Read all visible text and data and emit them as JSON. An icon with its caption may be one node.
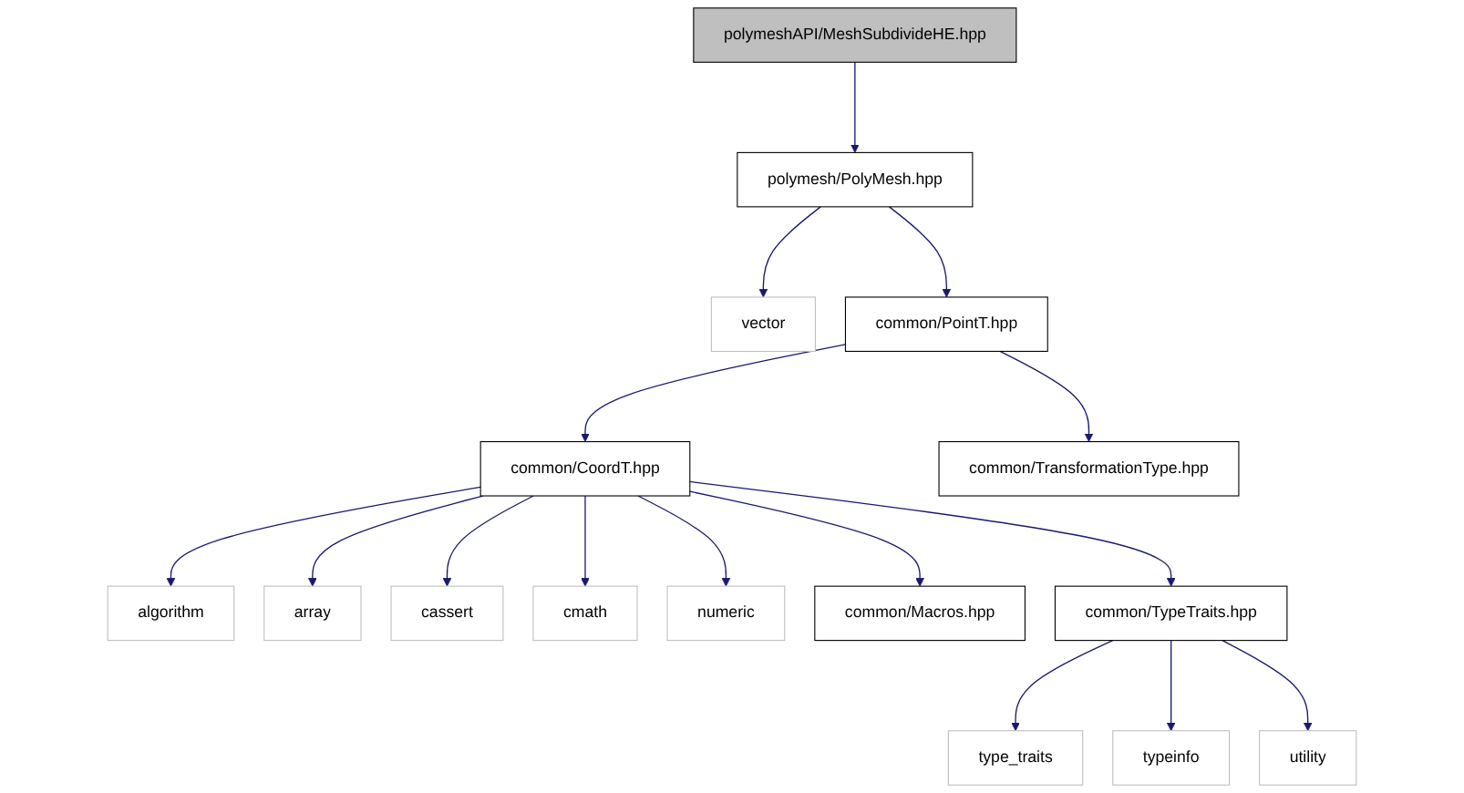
{
  "diagram": {
    "nodes": [
      {
        "text": [
          "polymeshAPI/MeshSubdivideHE.hpp"
        ]
      },
      {
        "text": [
          "polymesh/PolyMesh.hpp"
        ]
      },
      {
        "text": [
          "vector"
        ]
      },
      {
        "text": [
          "common/PointT.hpp"
        ]
      },
      {
        "text": [
          "common/CoordT.hpp"
        ]
      },
      {
        "text": [
          "common/TransformationType.hpp"
        ]
      },
      {
        "text": [
          "algorithm"
        ]
      },
      {
        "text": [
          "array"
        ]
      },
      {
        "text": [
          "cassert"
        ]
      },
      {
        "text": [
          "cmath"
        ]
      },
      {
        "text": [
          "numeric"
        ]
      },
      {
        "text": [
          "common/Macros.hpp"
        ]
      },
      {
        "text": [
          "common/TypeTraits.hpp"
        ]
      },
      {
        "text": [
          "type_traits"
        ]
      },
      {
        "text": [
          "typeinfo"
        ]
      },
      {
        "text": [
          "utility"
        ]
      }
    ],
    "edges": [
      {
        "from": 0,
        "to": 1,
        "arrow": "to"
      },
      {
        "from": 1,
        "to": 2,
        "arrow": "to"
      },
      {
        "from": 1,
        "to": 3,
        "arrow": "to"
      },
      {
        "from": 3,
        "to": 4,
        "arrow": "to"
      },
      {
        "from": 3,
        "to": 5,
        "arrow": "to"
      },
      {
        "from": 4,
        "to": 6,
        "arrow": "to"
      },
      {
        "from": 4,
        "to": 7,
        "arrow": "to"
      },
      {
        "from": 4,
        "to": 8,
        "arrow": "to"
      },
      {
        "from": 4,
        "to": 9,
        "arrow": "to"
      },
      {
        "from": 4,
        "to": 10,
        "arrow": "to"
      },
      {
        "from": 4,
        "to": 11,
        "arrow": "to"
      },
      {
        "from": 4,
        "to": 12,
        "arrow": "to"
      },
      {
        "from": 12,
        "to": 13,
        "arrow": "to"
      },
      {
        "from": 12,
        "to": 14,
        "arrow": "to"
      },
      {
        "from": 12,
        "to": 15,
        "arrow": "to"
      }
    ]
  }
}
